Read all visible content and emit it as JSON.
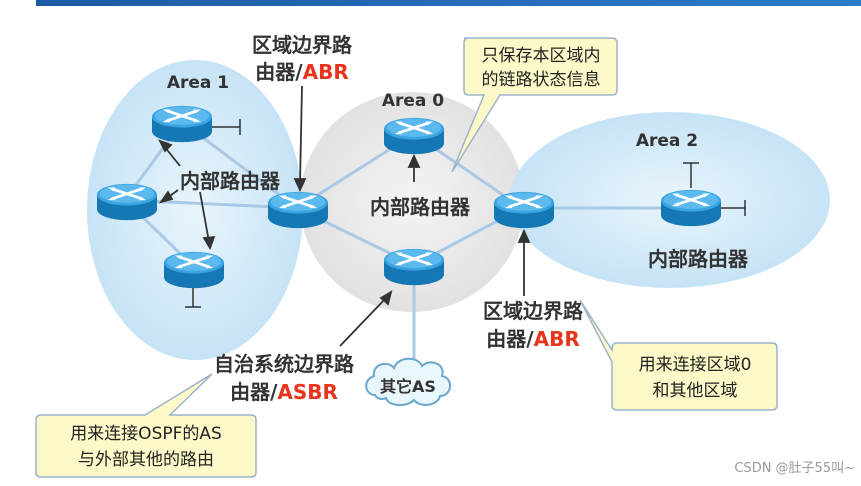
{
  "areas": {
    "area1": "Area 1",
    "area0": "Area 0",
    "area2": "Area 2"
  },
  "labels": {
    "abr_top_line1": "区域边界路",
    "abr_top_line2_prefix": "由器/",
    "abr_top_line2_red": "ABR",
    "internal_area1": "内部路由器",
    "internal_area0": "内部路由器",
    "internal_area2": "内部路由器",
    "abr_bottom_line1": "区域边界路",
    "abr_bottom_line2_prefix": "由器/",
    "abr_bottom_line2_red": "ABR",
    "asbr_line1": "自治系统边界路",
    "asbr_line2_prefix": "由器/",
    "asbr_line2_red": "ASBR",
    "cloud": "其它AS"
  },
  "callouts": {
    "top_line1": "只保存本区域内",
    "top_line2": "的链路状态信息",
    "right_line1": "用来连接区域0",
    "right_line2": "和其他区域",
    "left_line1": "用来连接OSPF的AS",
    "left_line2": "与外部其他的路由"
  },
  "watermark": "CSDN @肚子55叫~",
  "colors": {
    "top_bar": "#1f5fa8",
    "area_blue": "#cfe8f7",
    "area_gray": "#e6e6e6",
    "router_body": "#1a8cc8",
    "router_top": "#4fb3e8",
    "link": "#a9c9e6",
    "callout_fill": "#fdf9c8",
    "callout_border": "#9bb3cc",
    "accent_red": "#e8341c"
  }
}
